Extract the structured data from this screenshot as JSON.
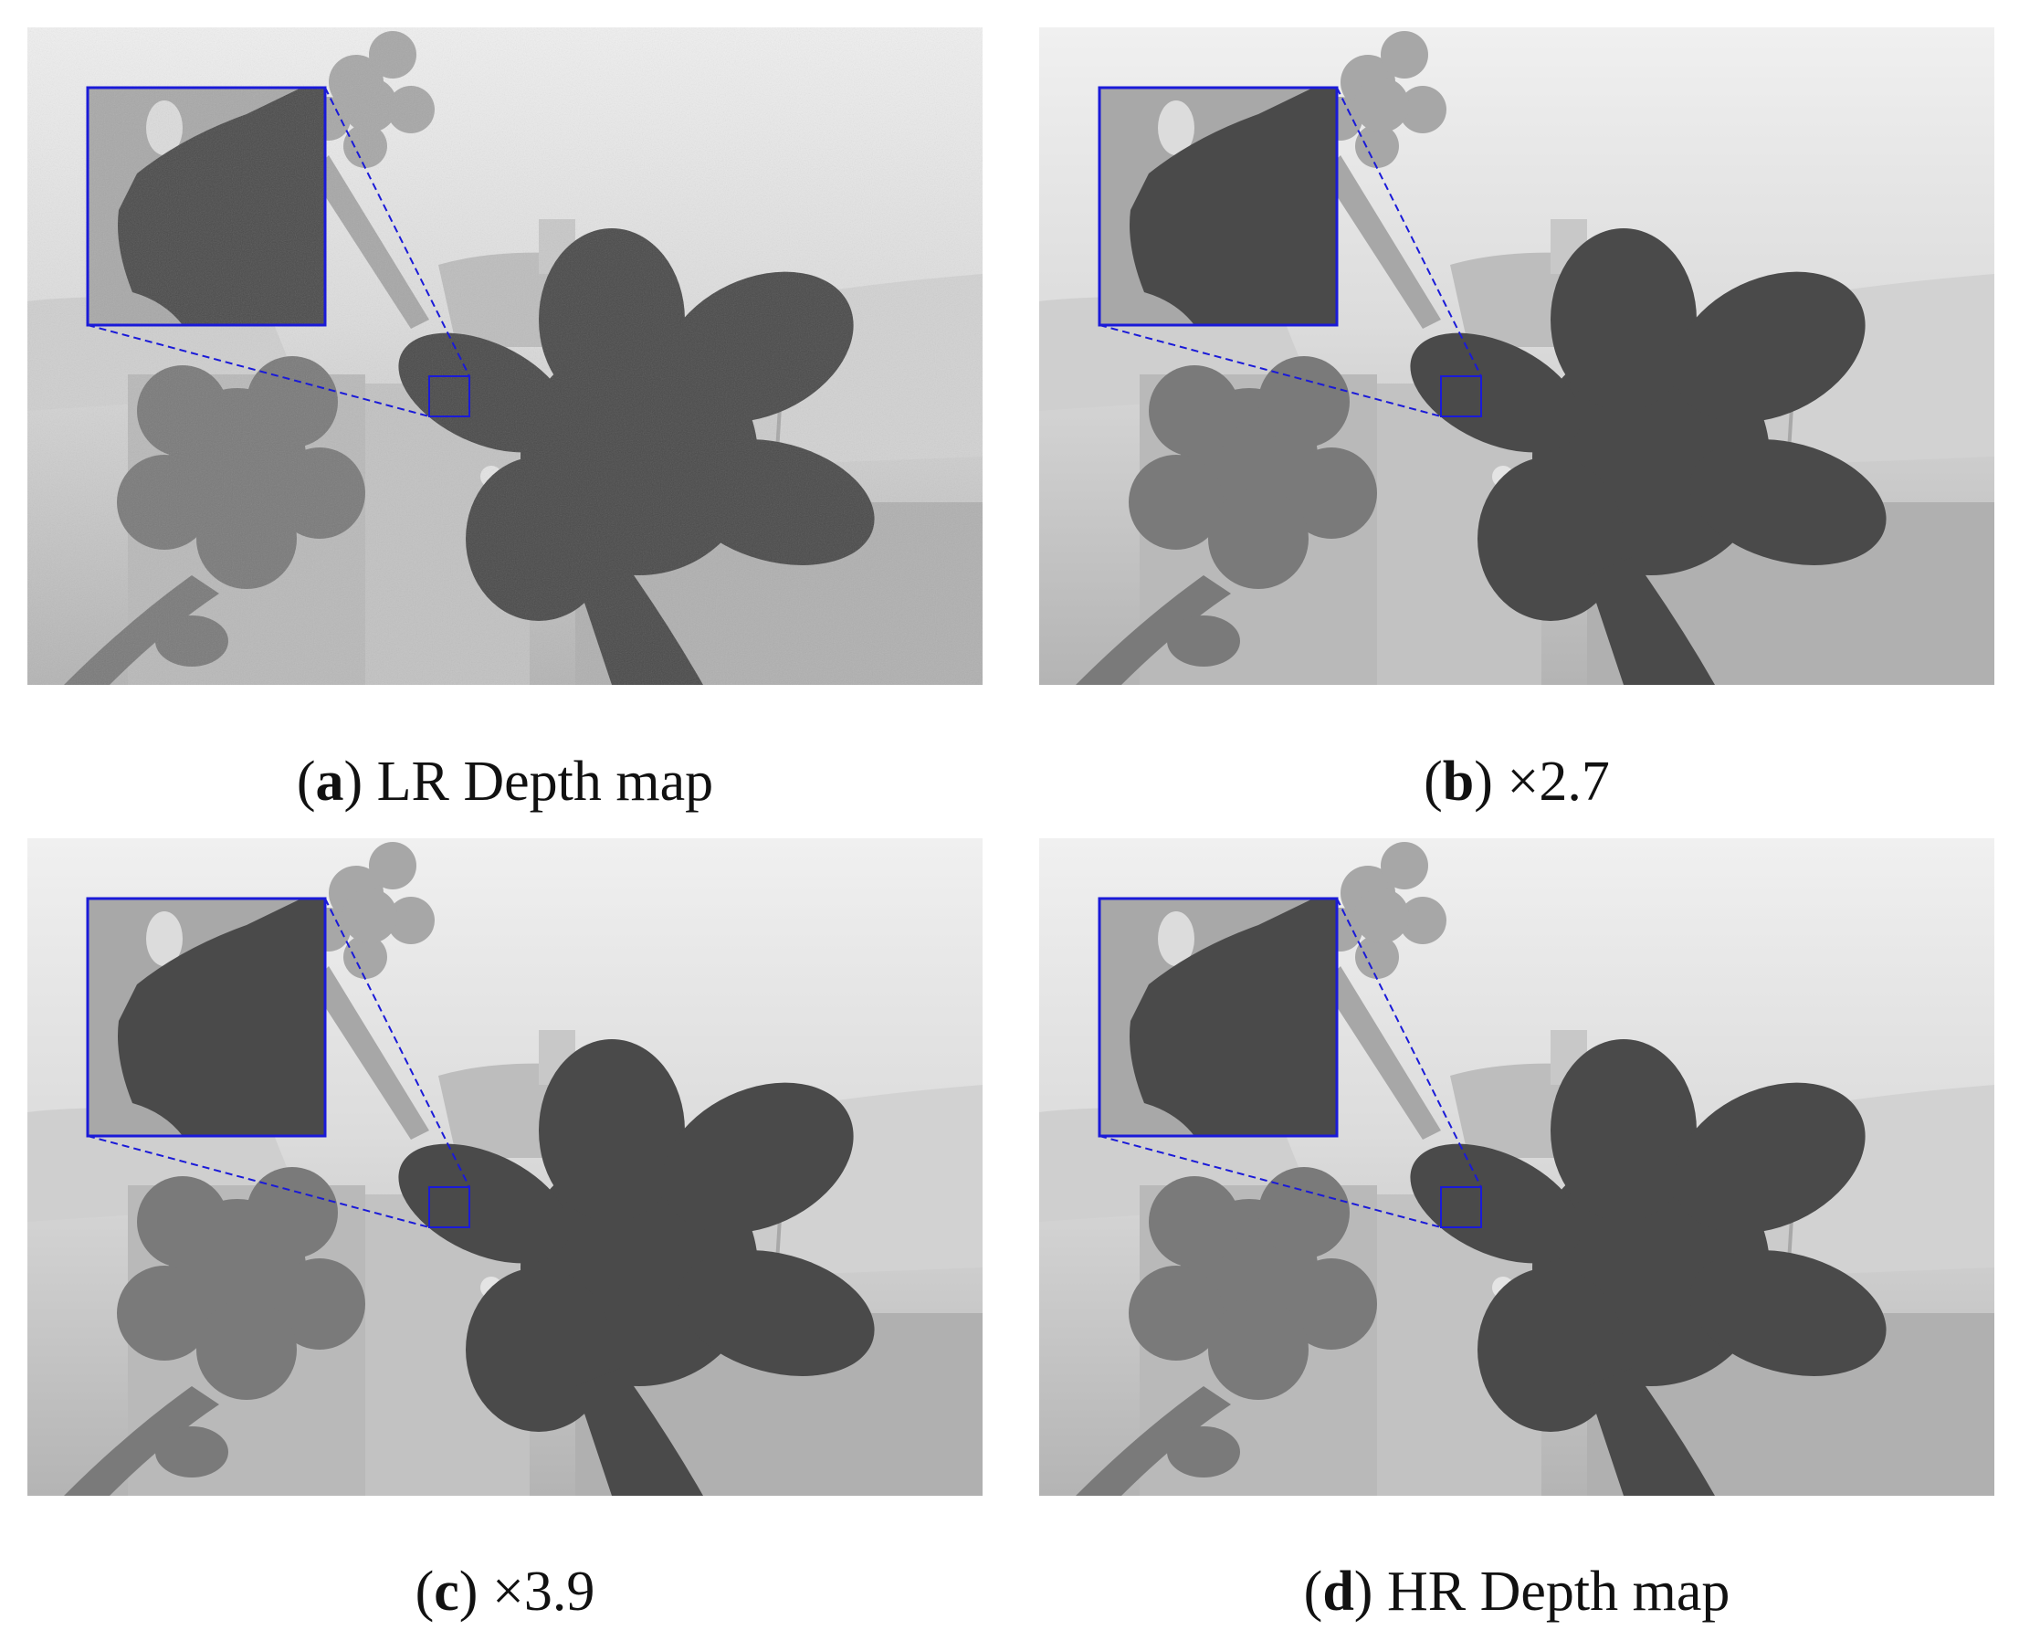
{
  "figure": {
    "panels": [
      {
        "id": "a",
        "letter": "a",
        "label": "LR Depth map",
        "noise": true
      },
      {
        "id": "b",
        "letter": "b",
        "label": "×2.7",
        "noise": false
      },
      {
        "id": "c",
        "letter": "c",
        "label": "×3.9",
        "noise": false
      },
      {
        "id": "d",
        "letter": "d",
        "label": "HR Depth map",
        "noise": false
      }
    ]
  },
  "colors": {
    "zoom_box": "#1a1ad8",
    "background_far": "#e6e6e6",
    "near_flower": "#4a4a4a",
    "far_flower": "#7a7a7a"
  }
}
